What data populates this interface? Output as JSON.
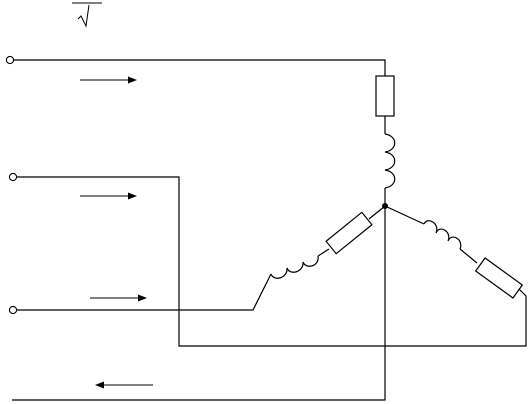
{
  "diagram": {
    "colors": {
      "stroke": "#000000",
      "background": "#ffffff"
    },
    "symbols": {
      "top_formula": "radical-sign-icon"
    },
    "components": {
      "phase_a": [
        "resistor",
        "inductor"
      ],
      "phase_b": [
        "inductor",
        "resistor"
      ],
      "phase_c": [
        "resistor",
        "inductor"
      ]
    },
    "current_arrows": [
      {
        "line": "line-1",
        "direction": "right"
      },
      {
        "line": "line-2",
        "direction": "right"
      },
      {
        "line": "line-3",
        "direction": "right"
      },
      {
        "line": "neutral",
        "direction": "left"
      }
    ]
  }
}
